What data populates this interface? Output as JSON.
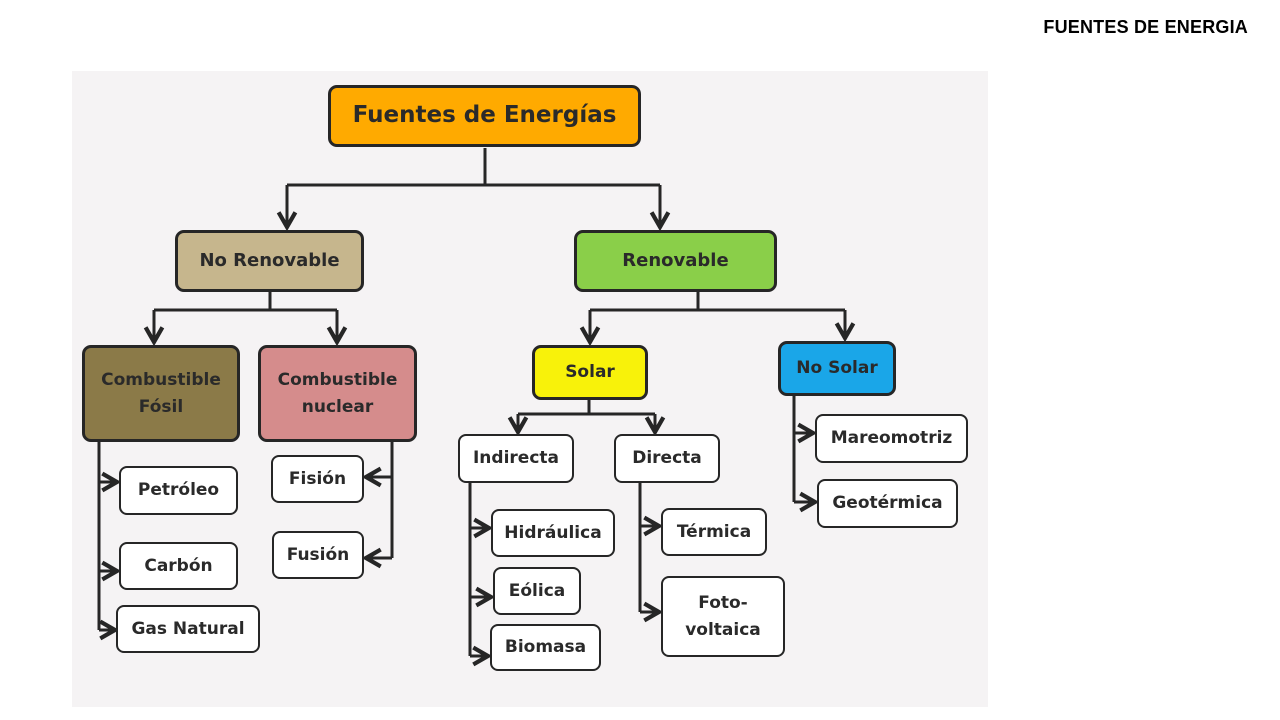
{
  "slide": {
    "title": "FUENTES DE ENERGIA"
  },
  "colors": {
    "root": "#ffaa00",
    "no_renovable": "#c6b68d",
    "renovable": "#8acf49",
    "combustible_fosil": "#8b7a48",
    "combustible_nuclear": "#d58c8c",
    "solar": "#f8f20a",
    "no_solar": "#1aa6e8",
    "leaf": "#ffffff",
    "line": "#262626",
    "panel": "#f5f3f4"
  },
  "diagram": {
    "root": "Fuentes de Energías",
    "no_renovable": {
      "label": "No Renovable",
      "combustible_fosil": {
        "label": "Combustible\nFósil",
        "items": [
          "Petróleo",
          "Carbón",
          "Gas Natural"
        ]
      },
      "combustible_nuclear": {
        "label": "Combustible\nnuclear",
        "items": [
          "Fisión",
          "Fusión"
        ]
      }
    },
    "renovable": {
      "label": "Renovable",
      "solar": {
        "label": "Solar",
        "indirecta": {
          "label": "Indirecta",
          "items": [
            "Hidráulica",
            "Eólica",
            "Biomasa"
          ]
        },
        "directa": {
          "label": "Directa",
          "items": [
            "Térmica",
            "Foto-\nvoltaica"
          ]
        }
      },
      "no_solar": {
        "label": "No Solar",
        "items": [
          "Mareomotriz",
          "Geotérmica"
        ]
      }
    }
  }
}
